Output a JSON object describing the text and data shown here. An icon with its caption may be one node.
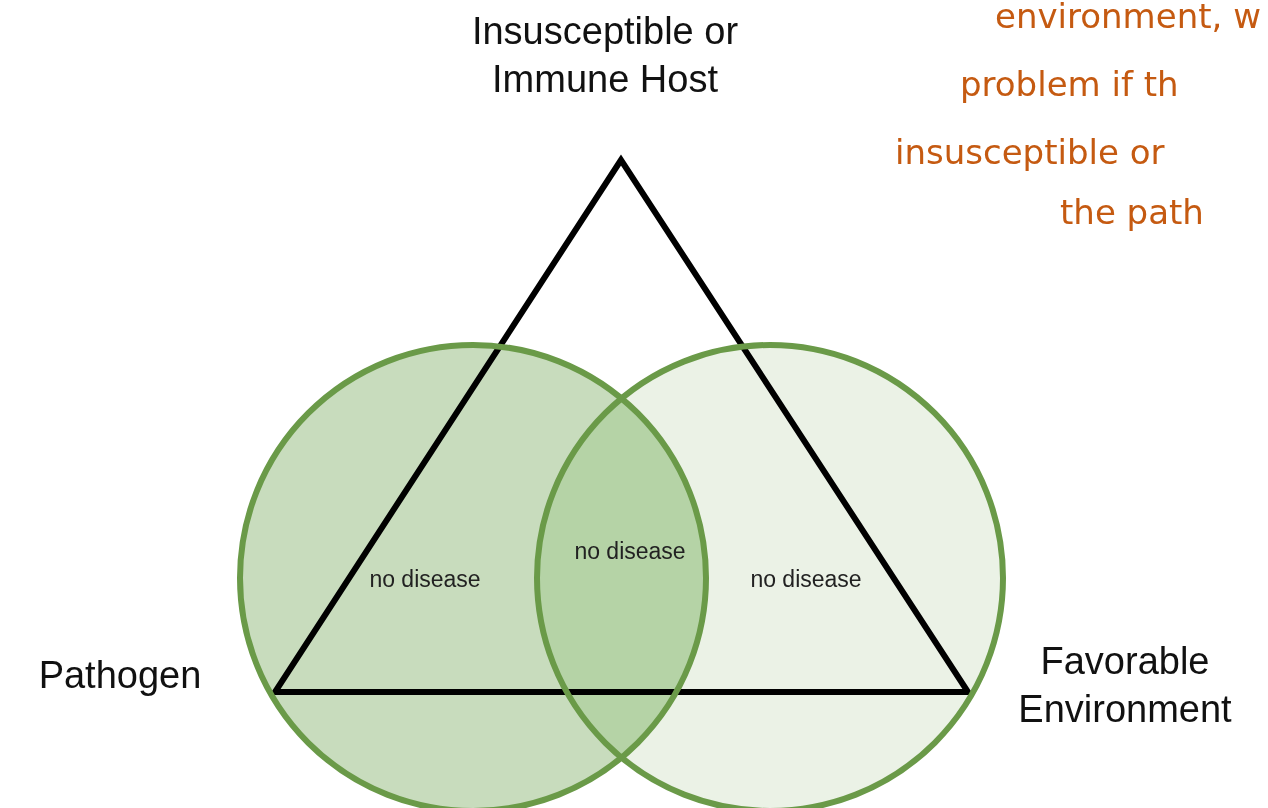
{
  "diagram": {
    "nodes": [
      {
        "text": [
          "Insusceptible or Immune Host"
        ]
      },
      {
        "text": [
          "Pathogen"
        ]
      },
      {
        "text": [
          "Favorable Environment"
        ]
      }
    ],
    "labels": [
      "environment, w",
      "problem if th",
      "insusceptible or",
      "the path",
      "no disease",
      "no disease",
      "no disease"
    ]
  }
}
